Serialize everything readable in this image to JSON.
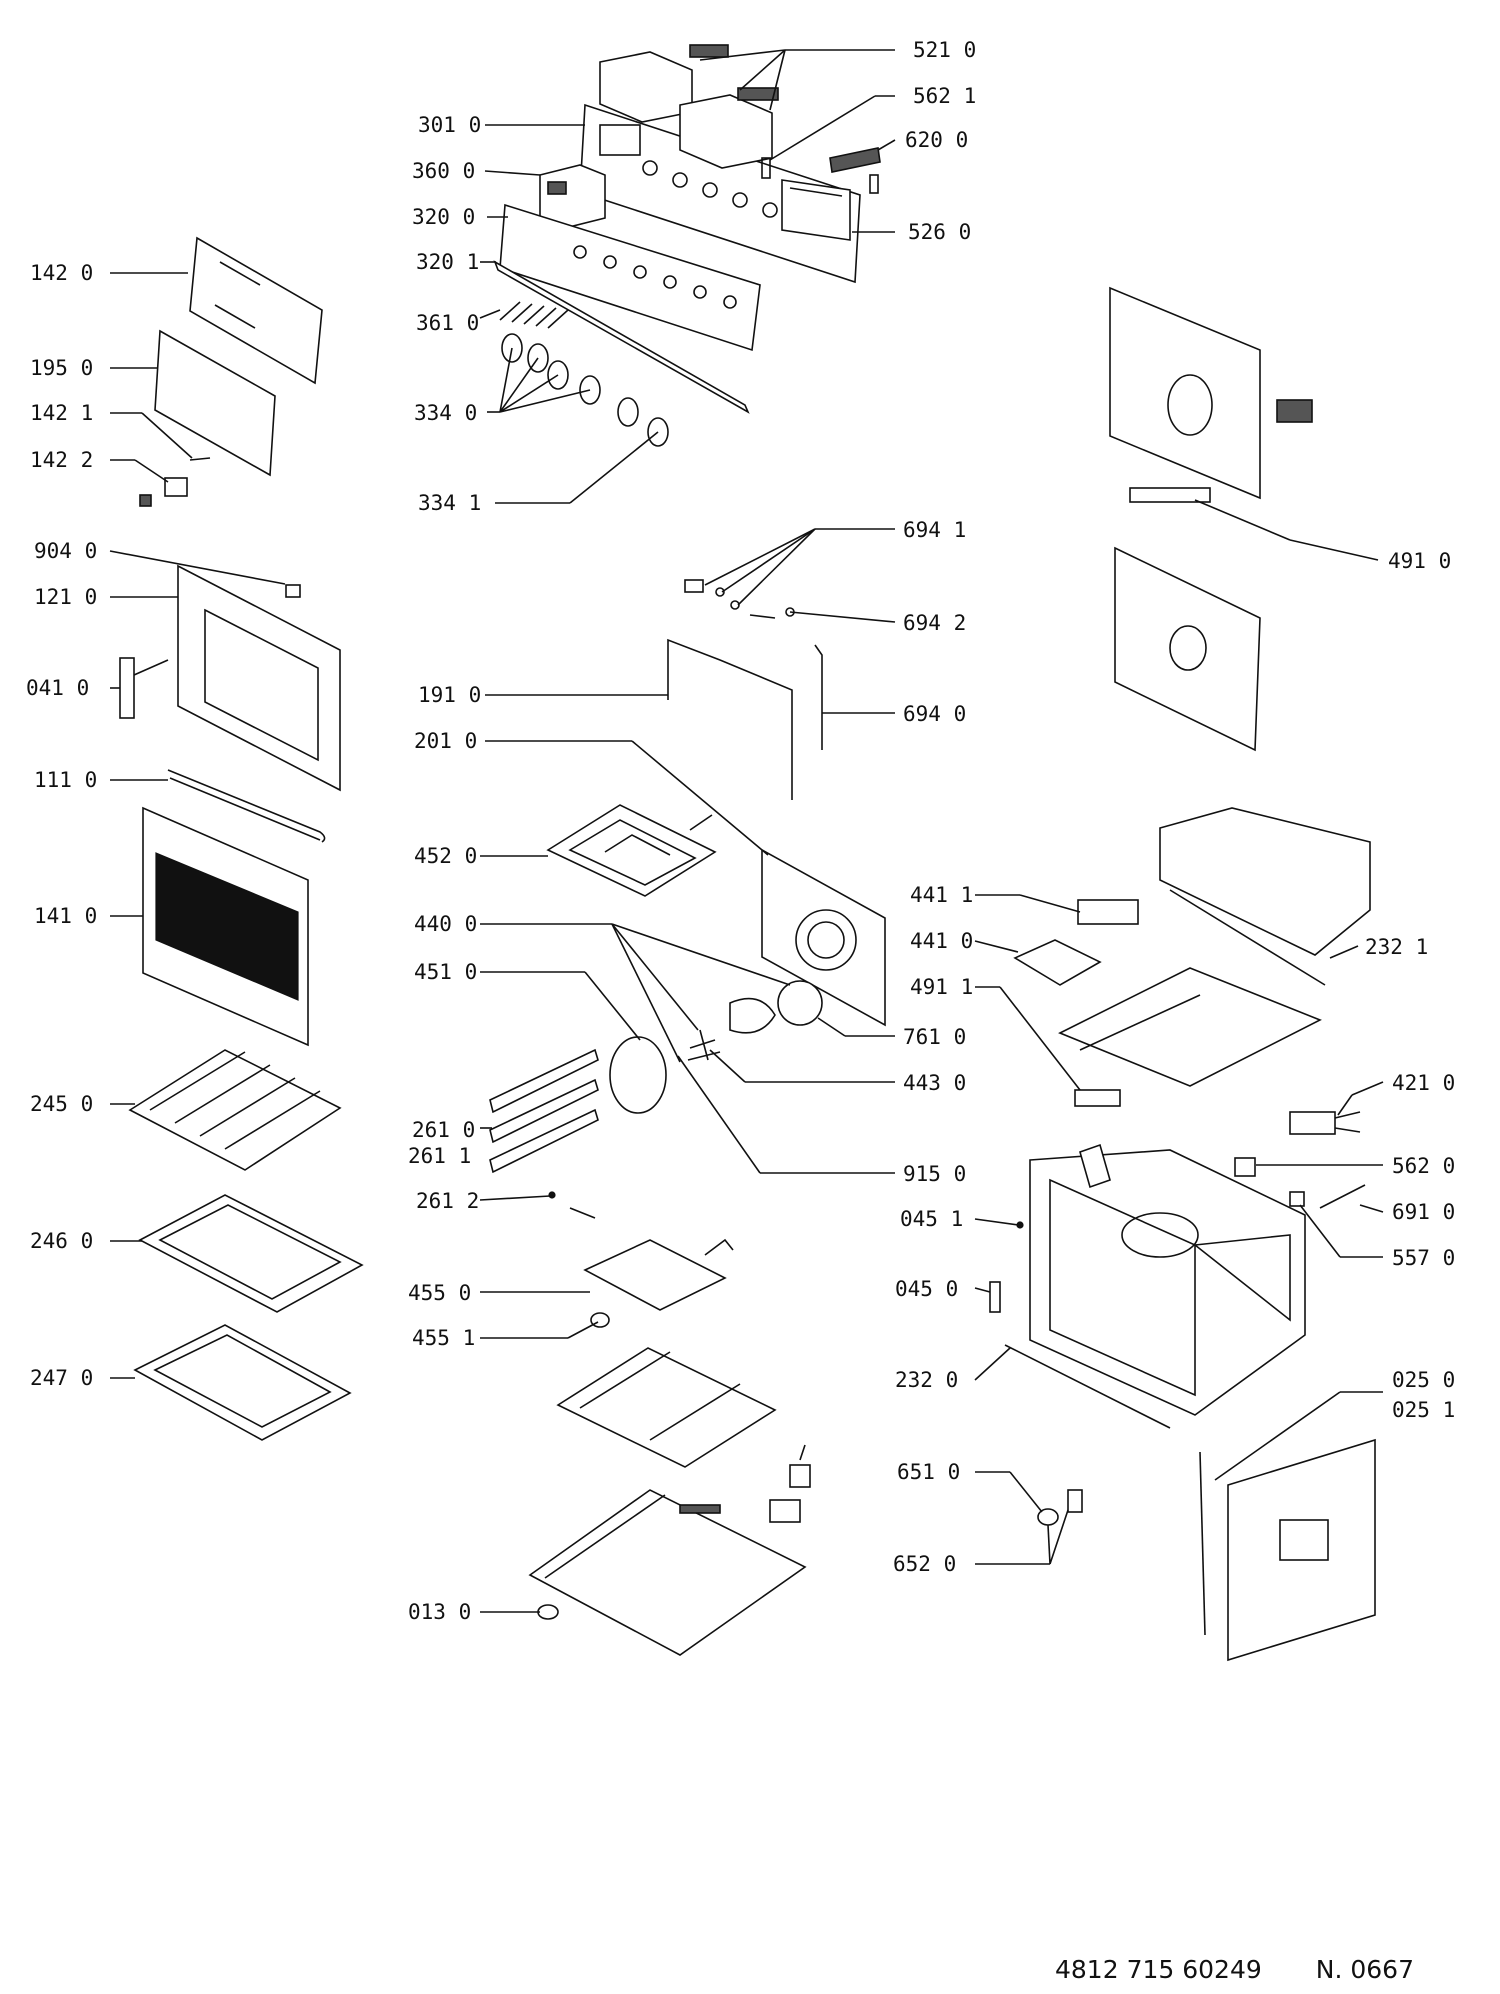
{
  "labels": {
    "l521_0": "521 0",
    "l562_1": "562 1",
    "l301_0": "301 0",
    "l620_0": "620 0",
    "l360_0": "360 0",
    "l320_0": "320 0",
    "l526_0": "526 0",
    "l320_1": "320 1",
    "l142_0": "142 0",
    "l361_0": "361 0",
    "l195_0": "195 0",
    "l334_0": "334 0",
    "l142_1": "142 1",
    "l142_2": "142 2",
    "l334_1": "334 1",
    "l694_1": "694 1",
    "l904_0": "904 0",
    "l491_0": "491 0",
    "l121_0": "121 0",
    "l694_2": "694 2",
    "l041_0": "041 0",
    "l191_0": "191 0",
    "l694_0": "694 0",
    "l201_0": "201 0",
    "l111_0": "111 0",
    "l452_0": "452 0",
    "l441_1": "441 1",
    "l141_0": "141 0",
    "l440_0": "440 0",
    "l441_0": "441 0",
    "l232_1": "232 1",
    "l451_0": "451 0",
    "l491_1": "491 1",
    "l761_0": "761 0",
    "l443_0": "443 0",
    "l421_0": "421 0",
    "l245_0": "245 0",
    "l261_0": "261 0",
    "l261_1": "261 1",
    "l915_0": "915 0",
    "l562_0": "562 0",
    "l261_2": "261 2",
    "l691_0": "691 0",
    "l045_1": "045 1",
    "l246_0": "246 0",
    "l557_0": "557 0",
    "l455_0": "455 0",
    "l045_0": "045 0",
    "l455_1": "455 1",
    "l247_0": "247 0",
    "l232_0": "232 0",
    "l025_0": "025 0",
    "l025_1": "025 1",
    "l651_0": "651 0",
    "l652_0": "652 0",
    "l013_0": "013 0"
  },
  "footer": {
    "part_number": "4812 715 60249",
    "note": "N. 0667"
  }
}
